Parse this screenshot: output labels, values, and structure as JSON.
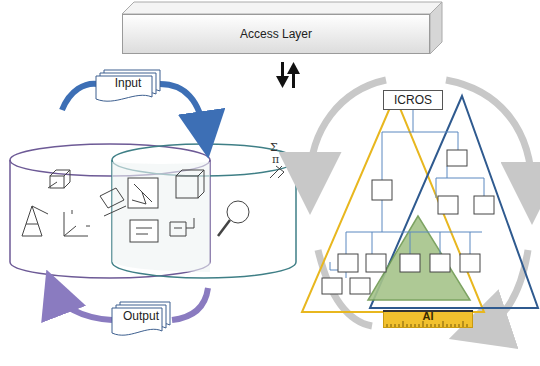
{
  "diagram": {
    "nodes": [
      {
        "text": [
          "Access Layer"
        ]
      },
      {
        "text": [
          "Input"
        ]
      },
      {
        "text": [
          "Output"
        ]
      },
      {
        "text": [
          "ICROS"
        ]
      },
      {
        "text": [
          "AI"
        ]
      }
    ],
    "labels": [
      "Σ",
      "π"
    ]
  }
}
